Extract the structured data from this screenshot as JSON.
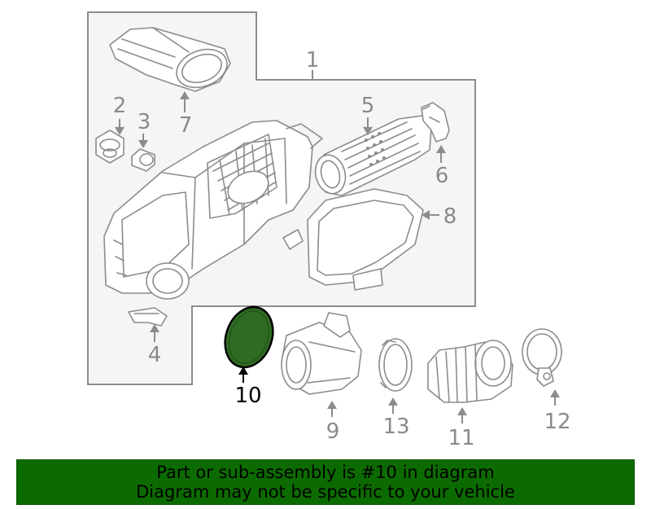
{
  "diagram": {
    "callouts": [
      "1",
      "2",
      "3",
      "4",
      "5",
      "6",
      "7",
      "8",
      "9",
      "10",
      "11",
      "12",
      "13"
    ],
    "highlighted_part": "10",
    "highlight_color": "#2f6b22",
    "line_color": "#8c8c8c",
    "panel_color": "#f5f5f5"
  },
  "banner": {
    "line1": "Part or sub-assembly is #10 in diagram",
    "line2": "Diagram may not be specific to your vehicle",
    "background": "#0c6b00"
  }
}
